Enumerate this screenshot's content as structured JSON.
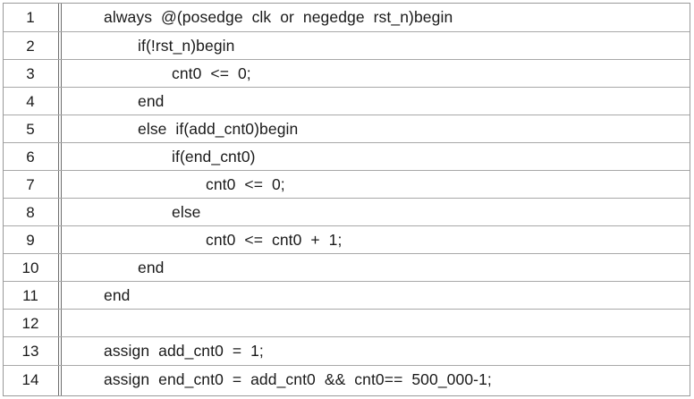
{
  "code_listing": {
    "lines": [
      {
        "number": "1",
        "indent": 0,
        "text": "always  @(posedge  clk  or  negedge  rst_n)begin"
      },
      {
        "number": "2",
        "indent": 1,
        "text": "if(!rst_n)begin"
      },
      {
        "number": "3",
        "indent": 2,
        "text": "cnt0  <=  0;"
      },
      {
        "number": "4",
        "indent": 1,
        "text": "end"
      },
      {
        "number": "5",
        "indent": 1,
        "text": "else  if(add_cnt0)begin"
      },
      {
        "number": "6",
        "indent": 2,
        "text": "if(end_cnt0)"
      },
      {
        "number": "7",
        "indent": 3,
        "text": "cnt0  <=  0;"
      },
      {
        "number": "8",
        "indent": 2,
        "text": "else"
      },
      {
        "number": "9",
        "indent": 3,
        "text": "cnt0  <=  cnt0  +  1;"
      },
      {
        "number": "10",
        "indent": 1,
        "text": "end"
      },
      {
        "number": "11",
        "indent": 0,
        "text": "end"
      },
      {
        "number": "12",
        "indent": 0,
        "text": ""
      },
      {
        "number": "13",
        "indent": 0,
        "text": "assign  add_cnt0  =  1;"
      },
      {
        "number": "14",
        "indent": 0,
        "text": "assign  end_cnt0  =  add_cnt0  &&  cnt0==  500_000-1;"
      }
    ]
  }
}
